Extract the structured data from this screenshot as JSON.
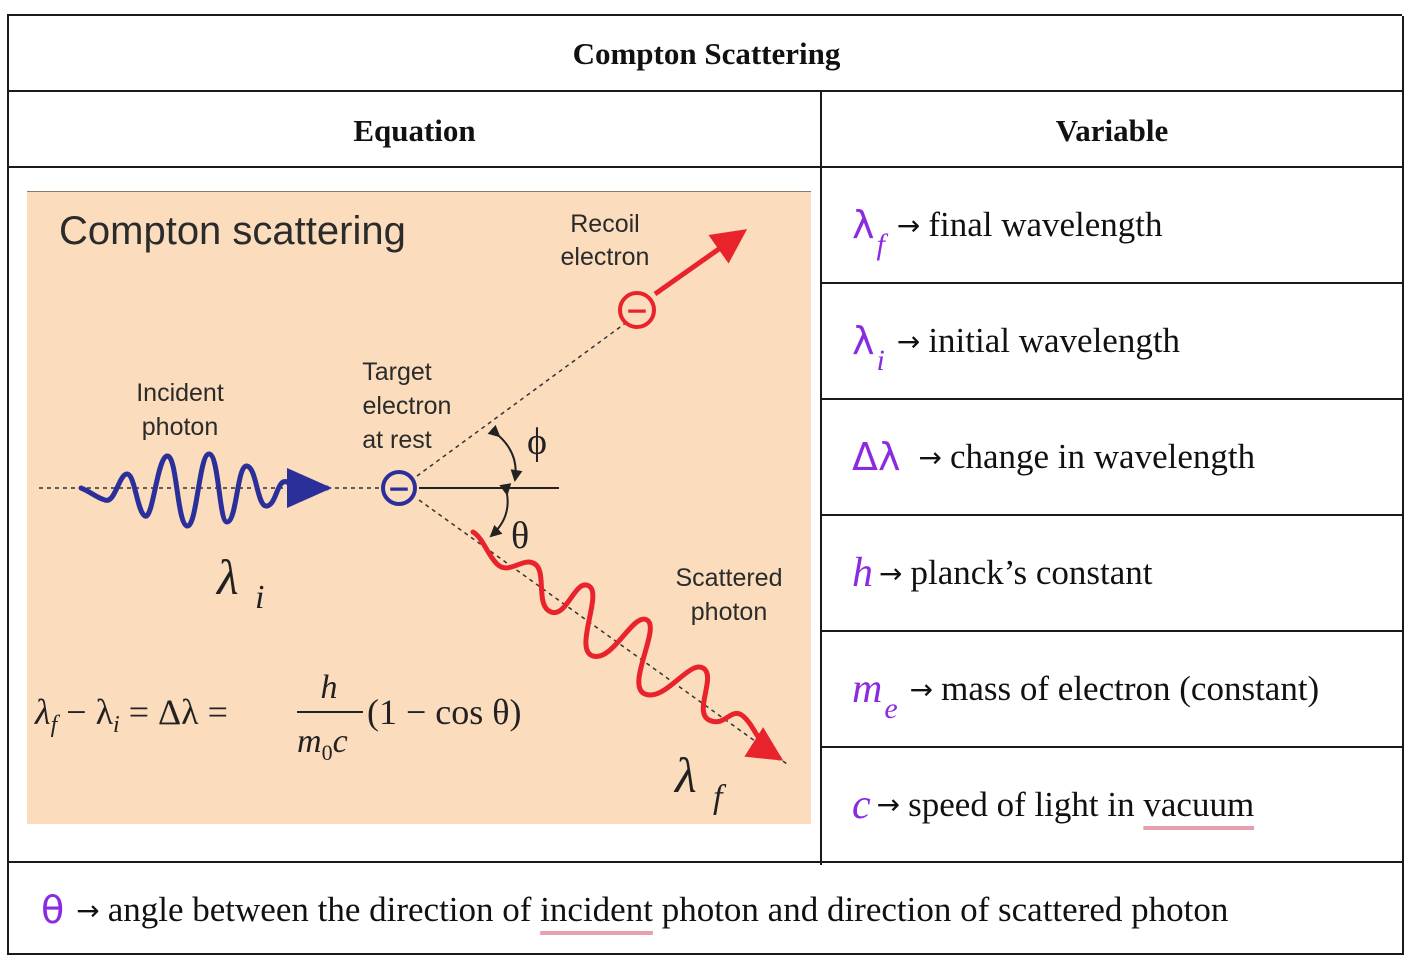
{
  "table": {
    "title": "Compton Scattering",
    "headers": {
      "equation": "Equation",
      "variable": "Variable"
    },
    "variables": [
      {
        "symbol": "λ",
        "subscript": "f",
        "description": "final wavelength"
      },
      {
        "symbol": "λ",
        "subscript": "i",
        "description": "initial wavelength"
      },
      {
        "symbol": "Δλ",
        "subscript": "",
        "description": "change in wavelength"
      },
      {
        "symbol": "h",
        "subscript": "",
        "description": "planck’s constant"
      },
      {
        "symbol": "m",
        "subscript": "e",
        "description": "mass of electron (constant)"
      },
      {
        "symbol": "c",
        "subscript": "",
        "description_prefix": "speed of light in ",
        "description_underlined": "vacuum"
      }
    ],
    "arrow": "→",
    "footer": {
      "symbol": "θ",
      "text_before": "angle between the direction of ",
      "text_underlined": "incident",
      "text_after": " photon and direction of scattered photon"
    }
  },
  "figure": {
    "title": "Compton scattering",
    "labels": {
      "recoil_line1": "Recoil",
      "recoil_line2": "electron",
      "target_line1": "Target",
      "target_line2": "electron",
      "target_line3": "at rest",
      "incident_line1": "Incident",
      "incident_line2": "photon",
      "scattered_line1": "Scattered",
      "scattered_line2": "photon",
      "phi": "ϕ",
      "theta": "θ",
      "lambda_i": "λ",
      "lambda_i_sub": "i",
      "lambda_f": "λ",
      "lambda_f_sub": "f",
      "electron_symbol": "−"
    },
    "equation": {
      "lhs": "λ",
      "lhs_sub_f": "f",
      "minus": " − λ",
      "lhs_sub_i": "i",
      "middle": " = Δλ = ",
      "numerator": "h",
      "denominator": "m",
      "denominator_sub": "0",
      "denominator_tail": "c",
      "rhs": "(1 − cos θ)"
    },
    "colors": {
      "background": "#fbdcbd",
      "incident_wave": "#2a2f9a",
      "scattered_wave": "#e8232c",
      "recoil": "#e8232c",
      "target": "#2a2f9a",
      "symbol_purple": "#8a2be2",
      "underline_pink": "#e8a0ac"
    }
  }
}
